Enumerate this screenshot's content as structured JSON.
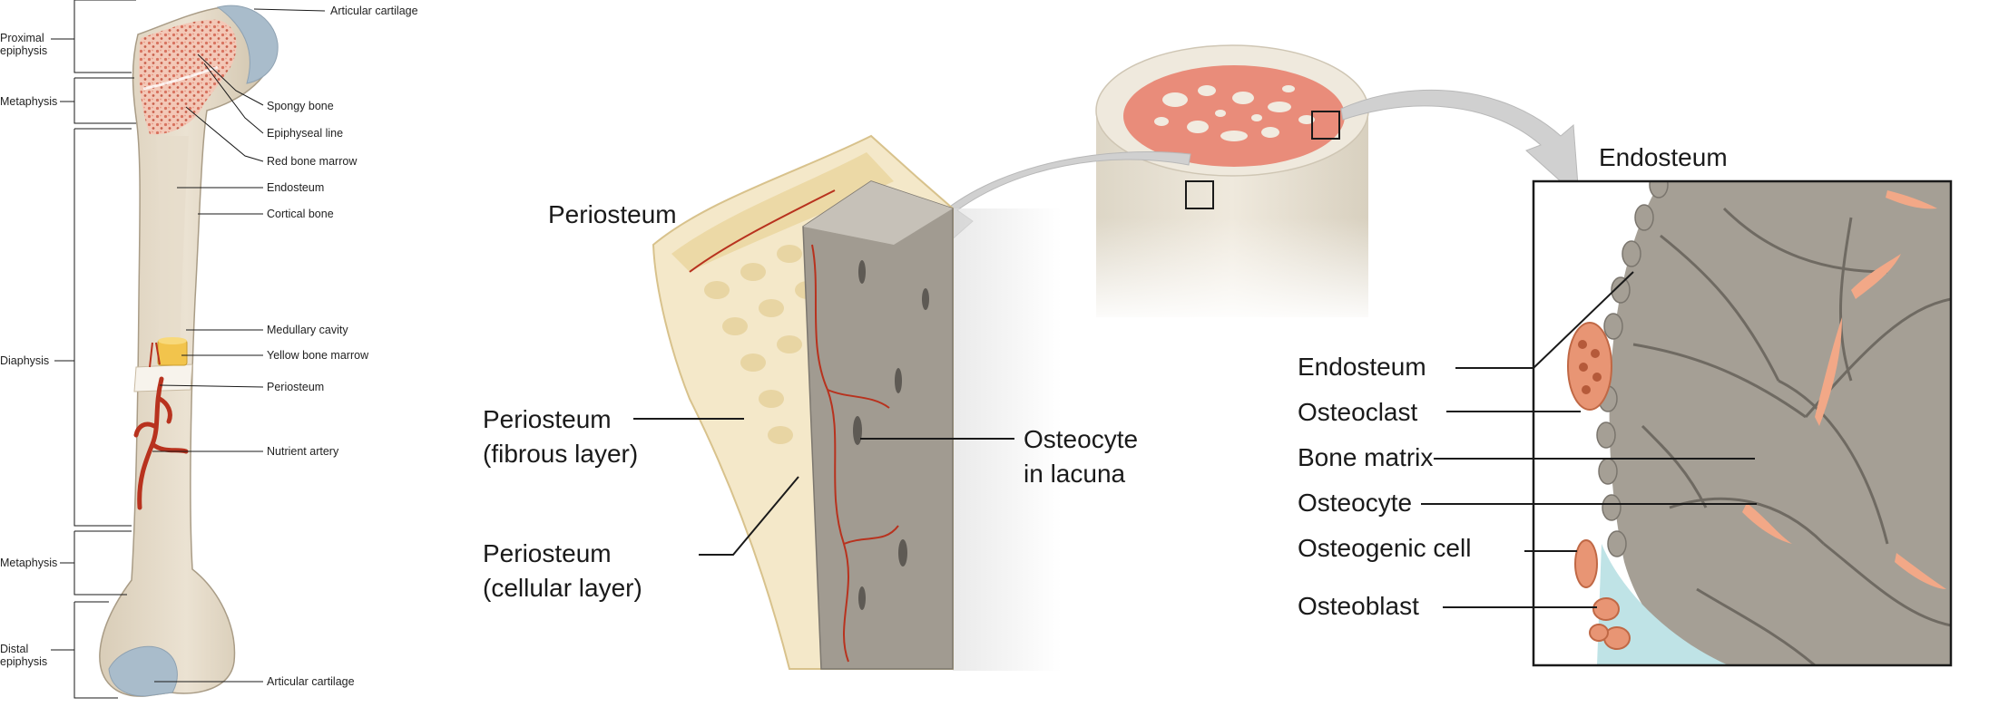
{
  "long_bone": {
    "regions": {
      "proximal_epiphysis": [
        "Proximal",
        "epiphysis"
      ],
      "metaphysis_top": "Metaphysis",
      "diaphysis": "Diaphysis",
      "metaphysis_bottom": "Metaphysis",
      "distal_epiphysis": [
        "Distal",
        "epiphysis"
      ]
    },
    "labels": {
      "articular_cartilage_top": "Articular cartilage",
      "spongy_bone": "Spongy bone",
      "epiphyseal_line": "Epiphyseal line",
      "red_bone_marrow": "Red bone marrow",
      "endosteum": "Endosteum",
      "cortical_bone": "Cortical bone",
      "medullary_cavity": "Medullary cavity",
      "yellow_bone_marrow": "Yellow bone marrow",
      "periosteum": "Periosteum",
      "nutrient_artery": "Nutrient artery",
      "articular_cartilage_bottom": "Articular cartilage"
    }
  },
  "periosteum_panel": {
    "title": "Periosteum",
    "fibrous_layer": [
      "Periosteum",
      "(fibrous layer)"
    ],
    "cellular_layer": [
      "Periosteum",
      "(cellular layer)"
    ],
    "osteocyte": [
      "Osteocyte",
      "in lacuna"
    ]
  },
  "endosteum_panel": {
    "title": "Endosteum",
    "labels": {
      "endosteum": "Endosteum",
      "osteoclast": "Osteoclast",
      "bone_matrix": "Bone matrix",
      "osteocyte": "Osteocyte",
      "osteogenic_cell": "Osteogenic cell",
      "osteoblast": "Osteoblast"
    }
  },
  "colors": {
    "bone": "#e2d6c2",
    "spongy": "#e08a78",
    "cartilage": "#a9bccb",
    "yellow_marrow": "#f2c44c",
    "artery": "#b8321e",
    "matrix": "#a59f95",
    "arrow": "#cfcfcf"
  }
}
